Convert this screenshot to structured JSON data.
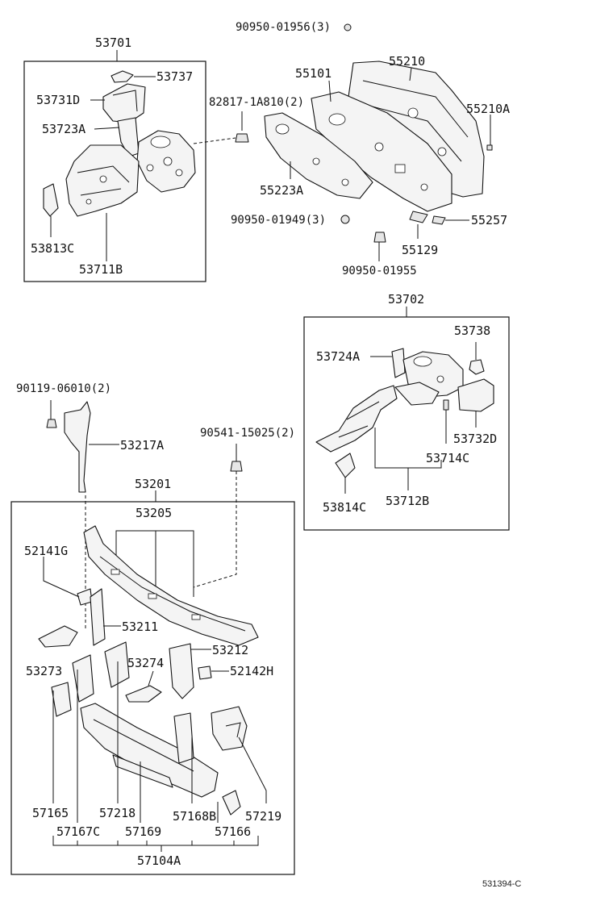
{
  "labels": {
    "g53701": "53701",
    "p53737": "53737",
    "p53731D": "53731D",
    "p53723A": "53723A",
    "p53813C": "53813C",
    "p53711B": "53711B",
    "f82817": "82817-1A810(2)",
    "f90950_01956": "90950-01956(3)",
    "p55101": "55101",
    "p55210": "55210",
    "p55210A": "55210A",
    "p55223A": "55223A",
    "f90950_01949": "90950-01949(3)",
    "p55257": "55257",
    "p55129": "55129",
    "f90950_01955": "90950-01955",
    "g53702": "53702",
    "p53738": "53738",
    "p53724A": "53724A",
    "p53732D": "53732D",
    "p53714C": "53714C",
    "p53814C": "53814C",
    "p53712B": "53712B",
    "f90119": "90119-06010(2)",
    "p53217A": "53217A",
    "f90541": "90541-15025(2)",
    "g53201": "53201",
    "p53205": "53205",
    "p52141G": "52141G",
    "p53211": "53211",
    "p53212": "53212",
    "p53273": "53273",
    "p53274": "53274",
    "p52142H": "52142H",
    "p57165": "57165",
    "p57218": "57218",
    "p57219": "57219",
    "p57167C": "57167C",
    "p57169": "57169",
    "p57168B": "57168B",
    "p57166": "57166",
    "g57104A": "57104A"
  },
  "reference": "531394-C"
}
